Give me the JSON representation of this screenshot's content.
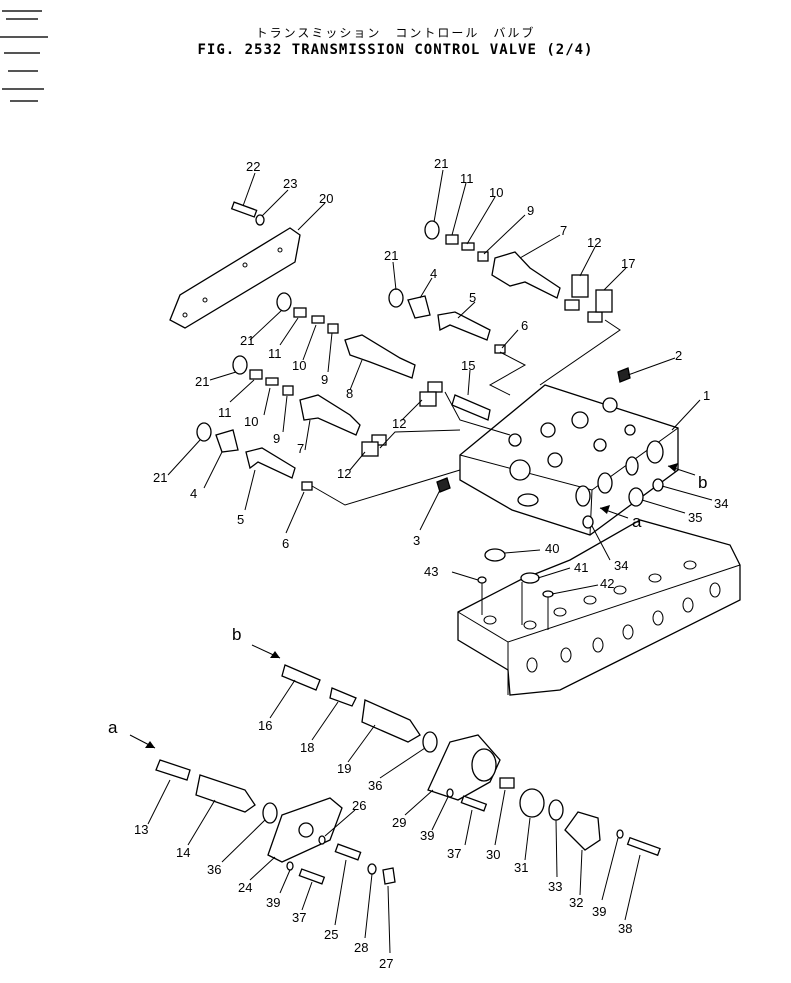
{
  "header": {
    "title_jp": "トランスミッション　コントロール　バルブ",
    "title_en": "FIG. 2532   TRANSMISSION  CONTROL  VALVE  (2/4)"
  },
  "callouts": {
    "c1": "1",
    "c2": "2",
    "c3": "3",
    "c4a": "4",
    "c4b": "4",
    "c5a": "5",
    "c5b": "5",
    "c6a": "6",
    "c6b": "6",
    "c7a": "7",
    "c7b": "7",
    "c8": "8",
    "c9a": "9",
    "c9b": "9",
    "c9c": "9",
    "c10a": "10",
    "c10b": "10",
    "c10c": "10",
    "c11a": "11",
    "c11b": "11",
    "c11c": "11",
    "c12a": "12",
    "c12b": "12",
    "c12c": "12",
    "c13": "13",
    "c14": "14",
    "c15": "15",
    "c16": "16",
    "c17": "17",
    "c18": "18",
    "c19": "19",
    "c20": "20",
    "c21a": "21",
    "c21b": "21",
    "c21c": "21",
    "c21d": "21",
    "c21e": "21",
    "c22": "22",
    "c23": "23",
    "c24": "24",
    "c25": "25",
    "c26": "26",
    "c27": "27",
    "c28": "28",
    "c29": "29",
    "c30": "30",
    "c31": "31",
    "c32": "32",
    "c33": "33",
    "c34a": "34",
    "c34b": "34",
    "c35": "35",
    "c36a": "36",
    "c36b": "36",
    "c37a": "37",
    "c37b": "37",
    "c38": "38",
    "c39a": "39",
    "c39b": "39",
    "c39c": "39",
    "c40": "40",
    "c41": "41",
    "c42": "42",
    "c43": "43",
    "ref_a1": "a",
    "ref_a2": "a",
    "ref_b1": "b",
    "ref_b2": "b"
  }
}
